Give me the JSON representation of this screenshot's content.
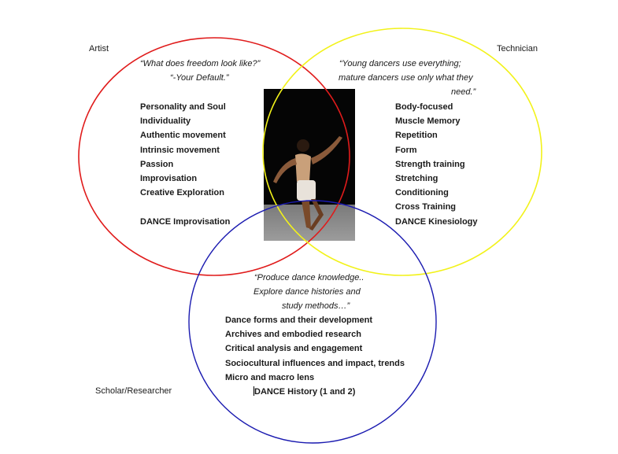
{
  "roles": {
    "artist": "Artist",
    "technician": "Technician",
    "scholar": "Scholar/Researcher"
  },
  "artist": {
    "quote_line1": "“What does freedom look like?”",
    "quote_line2": "“-Your Default.”",
    "items": [
      "Personality and Soul",
      "Individuality",
      "Authentic movement",
      "Intrinsic movement",
      "Passion",
      "Improvisation",
      "Creative Exploration"
    ],
    "course": "DANCE Improvisation"
  },
  "technician": {
    "quote_line1": "“Young dancers use everything;",
    "quote_line2": "mature dancers use only what they",
    "quote_line3": "need.”",
    "items": [
      "Body-focused",
      "Muscle Memory",
      "Repetition",
      "Form",
      "Strength training",
      "Stretching",
      "Conditioning",
      "Cross Training",
      "DANCE Kinesiology"
    ]
  },
  "scholar": {
    "quote_line1": "“Produce dance knowledge..",
    "quote_line2": "Explore dance histories and",
    "quote_line3": "study methods…”",
    "items": [
      "Dance forms and their development",
      "Archives and embodied research",
      "Critical analysis and engagement",
      "Sociocultural influences and impact, trends",
      "Micro and macro lens"
    ],
    "course": "DANCE History (1 and 2)"
  },
  "colors": {
    "artist": "#e01b1b",
    "technician": "#f2f21a",
    "scholar": "#1a1ab0"
  }
}
